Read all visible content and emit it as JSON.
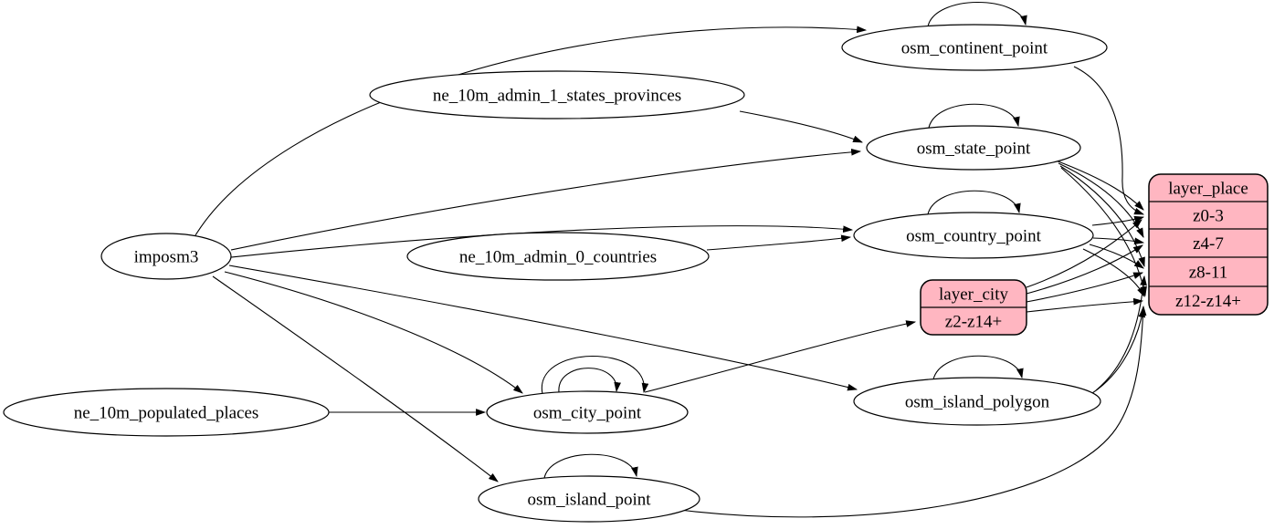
{
  "diagram": {
    "tool": "graphviz-etl-graph",
    "background": "#ffffff",
    "colors": {
      "table_fill": "#ffffff",
      "layer_fill": "#ffb6c1",
      "stroke": "#000000",
      "text": "#000000"
    },
    "nodes": [
      {
        "id": "imposm3",
        "label": "imposm3",
        "shape": "ellipse",
        "kind": "source"
      },
      {
        "id": "ne_10m_admin_1_states_provinces",
        "label": "ne_10m_admin_1_states_provinces",
        "shape": "ellipse",
        "kind": "source"
      },
      {
        "id": "ne_10m_admin_0_countries",
        "label": "ne_10m_admin_0_countries",
        "shape": "ellipse",
        "kind": "source"
      },
      {
        "id": "ne_10m_populated_places",
        "label": "ne_10m_populated_places",
        "shape": "ellipse",
        "kind": "source"
      },
      {
        "id": "osm_continent_point",
        "label": "osm_continent_point",
        "shape": "ellipse",
        "kind": "table"
      },
      {
        "id": "osm_state_point",
        "label": "osm_state_point",
        "shape": "ellipse",
        "kind": "table"
      },
      {
        "id": "osm_country_point",
        "label": "osm_country_point",
        "shape": "ellipse",
        "kind": "table"
      },
      {
        "id": "osm_city_point",
        "label": "osm_city_point",
        "shape": "ellipse",
        "kind": "table"
      },
      {
        "id": "osm_island_polygon",
        "label": "osm_island_polygon",
        "shape": "ellipse",
        "kind": "table"
      },
      {
        "id": "osm_island_point",
        "label": "osm_island_point",
        "shape": "ellipse",
        "kind": "table"
      },
      {
        "id": "layer_city",
        "label": "layer_city",
        "shape": "record",
        "kind": "layer",
        "rows": [
          "z2-z14+"
        ]
      },
      {
        "id": "layer_place",
        "label": "layer_place",
        "shape": "record",
        "kind": "layer",
        "rows": [
          "z0-3",
          "z4-7",
          "z8-11",
          "z12-z14+"
        ]
      }
    ],
    "edges": [
      {
        "from": "imposm3",
        "to": "osm_continent_point"
      },
      {
        "from": "imposm3",
        "to": "osm_state_point"
      },
      {
        "from": "imposm3",
        "to": "osm_country_point"
      },
      {
        "from": "imposm3",
        "to": "osm_city_point"
      },
      {
        "from": "imposm3",
        "to": "osm_island_polygon"
      },
      {
        "from": "imposm3",
        "to": "osm_island_point"
      },
      {
        "from": "ne_10m_admin_1_states_provinces",
        "to": "osm_state_point"
      },
      {
        "from": "ne_10m_admin_0_countries",
        "to": "osm_country_point"
      },
      {
        "from": "ne_10m_populated_places",
        "to": "osm_city_point"
      },
      {
        "from": "osm_continent_point",
        "to": "osm_continent_point",
        "self": true
      },
      {
        "from": "osm_state_point",
        "to": "osm_state_point",
        "self": true
      },
      {
        "from": "osm_country_point",
        "to": "osm_country_point",
        "self": true
      },
      {
        "from": "osm_city_point",
        "to": "osm_city_point",
        "self": true
      },
      {
        "from": "osm_city_point",
        "to": "osm_city_point",
        "self": true
      },
      {
        "from": "osm_island_polygon",
        "to": "osm_island_polygon",
        "self": true
      },
      {
        "from": "osm_island_point",
        "to": "osm_island_point",
        "self": true
      },
      {
        "from": "osm_continent_point",
        "to": "layer_place",
        "to_row": "z0-3"
      },
      {
        "from": "osm_state_point",
        "to": "layer_place",
        "to_row": "z0-3"
      },
      {
        "from": "osm_state_point",
        "to": "layer_place",
        "to_row": "z4-7"
      },
      {
        "from": "osm_state_point",
        "to": "layer_place",
        "to_row": "z8-11"
      },
      {
        "from": "osm_state_point",
        "to": "layer_place",
        "to_row": "z12-z14+"
      },
      {
        "from": "osm_country_point",
        "to": "layer_place",
        "to_row": "z0-3"
      },
      {
        "from": "osm_country_point",
        "to": "layer_place",
        "to_row": "z4-7"
      },
      {
        "from": "osm_country_point",
        "to": "layer_place",
        "to_row": "z8-11"
      },
      {
        "from": "osm_country_point",
        "to": "layer_place",
        "to_row": "z12-z14+"
      },
      {
        "from": "osm_city_point",
        "to": "layer_city",
        "to_row": "z2-z14+"
      },
      {
        "from": "layer_city",
        "to": "layer_place",
        "to_row": "z0-3"
      },
      {
        "from": "layer_city",
        "to": "layer_place",
        "to_row": "z4-7"
      },
      {
        "from": "layer_city",
        "to": "layer_place",
        "to_row": "z8-11"
      },
      {
        "from": "layer_city",
        "to": "layer_place",
        "to_row": "z12-z14+"
      },
      {
        "from": "osm_island_polygon",
        "to": "layer_place",
        "to_row": "z8-11"
      },
      {
        "from": "osm_island_polygon",
        "to": "layer_place",
        "to_row": "z12-z14+"
      },
      {
        "from": "osm_island_point",
        "to": "layer_place",
        "to_row": "z12-z14+"
      }
    ]
  }
}
